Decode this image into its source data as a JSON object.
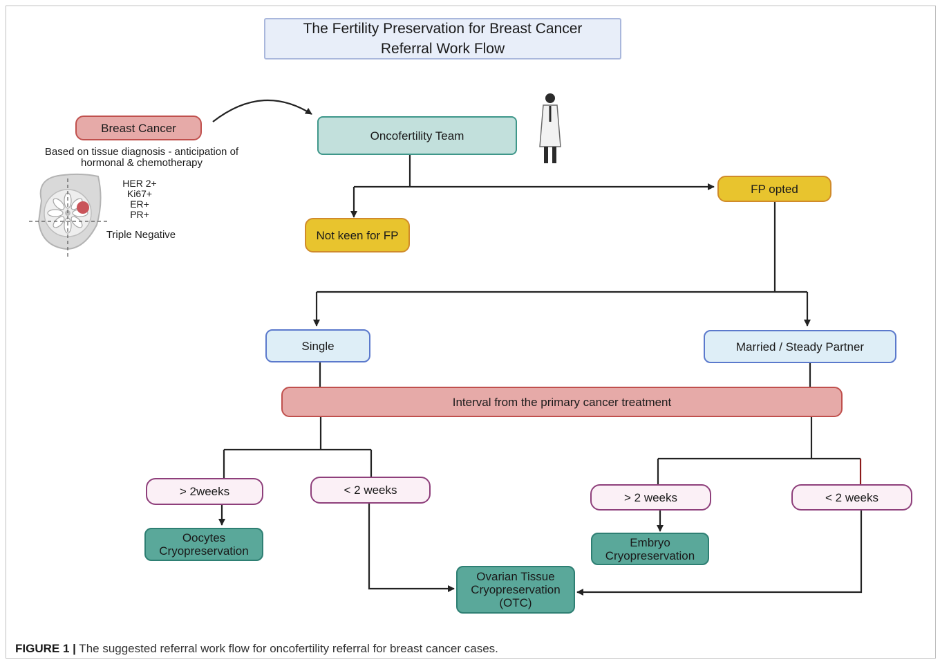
{
  "title": {
    "line1": "The Fertility Preservation for Breast Cancer",
    "line2": "Referral Work Flow"
  },
  "nodes": {
    "breast_cancer": "Breast Cancer",
    "diagnosis_note_1": "Based on tissue diagnosis - anticipation of",
    "diagnosis_note_2": "hormonal & chemotherapy",
    "markers": [
      "HER 2+",
      "Ki67+",
      "ER+",
      "PR+"
    ],
    "triple_negative": "Triple Negative",
    "oncofertility_team": "Oncofertility Team",
    "not_keen": "Not keen for FP",
    "fp_opted": "FP opted",
    "single": "Single",
    "married": "Married / Steady Partner",
    "interval": "Interval from the primary cancer treatment",
    "single_gt": "> 2weeks",
    "single_lt": "< 2 weeks",
    "married_gt": "> 2 weeks",
    "married_lt": "< 2 weeks",
    "oocytes_1": "Oocytes",
    "oocytes_2": "Cryopreservation",
    "embryo_1": "Embryo",
    "embryo_2": "Cryopreservation",
    "ovarian_1": "Ovarian Tissue",
    "ovarian_2": "Cryopreservation",
    "ovarian_3": "(OTC)"
  },
  "caption": {
    "label": "FIGURE 1 |",
    "text": " The suggested referral work flow for oncofertility referral for breast cancer cases."
  },
  "colors": {
    "red_fill": "#e6aaa8",
    "teal_fill": "#c2e0dc",
    "yellow_fill": "#e8c42e",
    "blue_fill": "#deeef7",
    "pink_fill": "#fbf0f6",
    "dark_teal_fill": "#5aa89a"
  },
  "icons": [
    "breast-tissue-icon",
    "doctor-figure-icon"
  ]
}
